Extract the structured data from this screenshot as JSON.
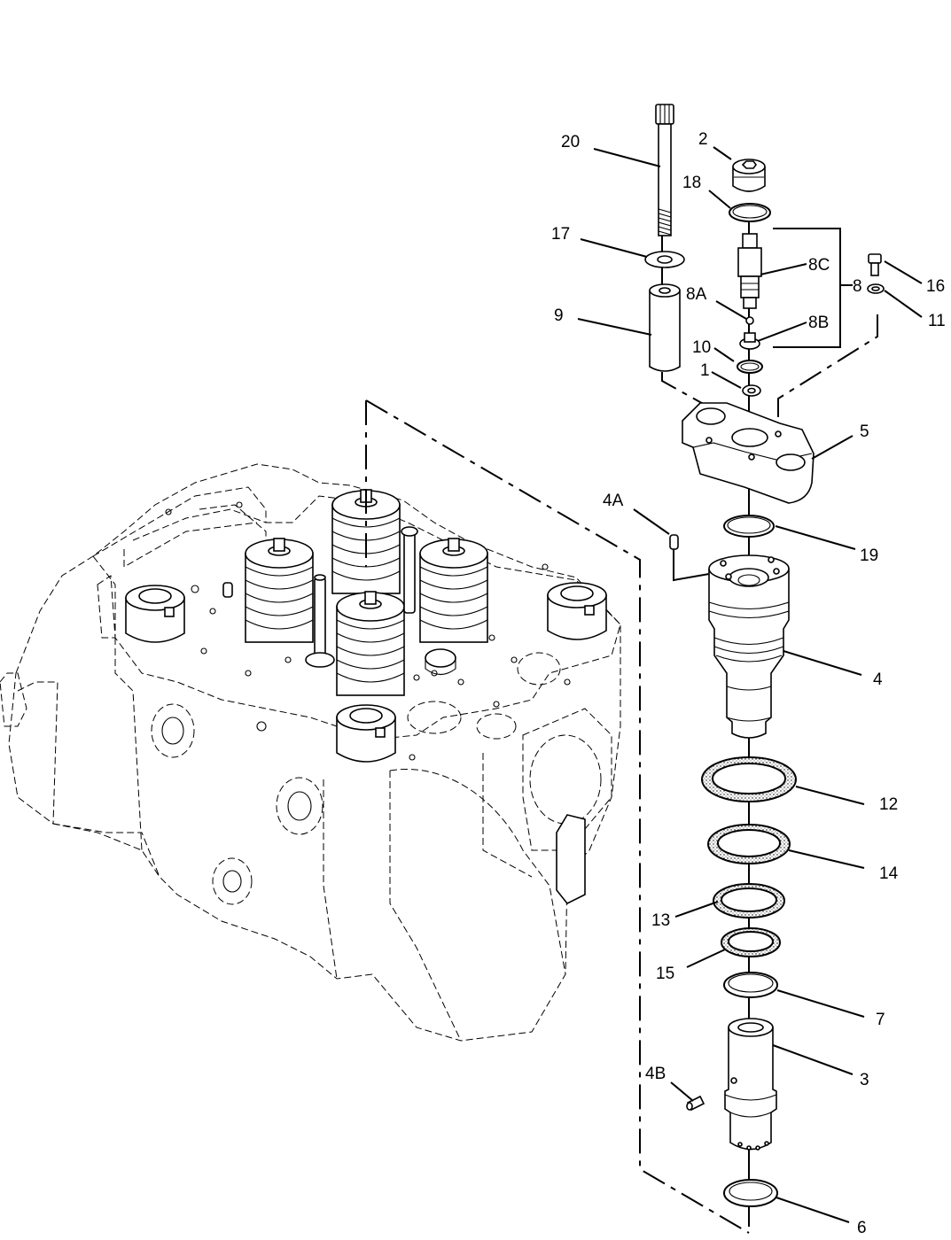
{
  "diagram": {
    "labels": [
      {
        "id": "20",
        "text": "20"
      },
      {
        "id": "2",
        "text": "2"
      },
      {
        "id": "18",
        "text": "18"
      },
      {
        "id": "17",
        "text": "17"
      },
      {
        "id": "8C",
        "text": "8C"
      },
      {
        "id": "8",
        "text": "8"
      },
      {
        "id": "16",
        "text": "16"
      },
      {
        "id": "8A",
        "text": "8A"
      },
      {
        "id": "11",
        "text": "11"
      },
      {
        "id": "9",
        "text": "9"
      },
      {
        "id": "8B",
        "text": "8B"
      },
      {
        "id": "10",
        "text": "10"
      },
      {
        "id": "1",
        "text": "1"
      },
      {
        "id": "5",
        "text": "5"
      },
      {
        "id": "4A",
        "text": "4A"
      },
      {
        "id": "19",
        "text": "19"
      },
      {
        "id": "4",
        "text": "4"
      },
      {
        "id": "12",
        "text": "12"
      },
      {
        "id": "14",
        "text": "14"
      },
      {
        "id": "13",
        "text": "13"
      },
      {
        "id": "15",
        "text": "15"
      },
      {
        "id": "7",
        "text": "7"
      },
      {
        "id": "3",
        "text": "3"
      },
      {
        "id": "4B",
        "text": "4B"
      },
      {
        "id": "6",
        "text": "6"
      }
    ]
  }
}
